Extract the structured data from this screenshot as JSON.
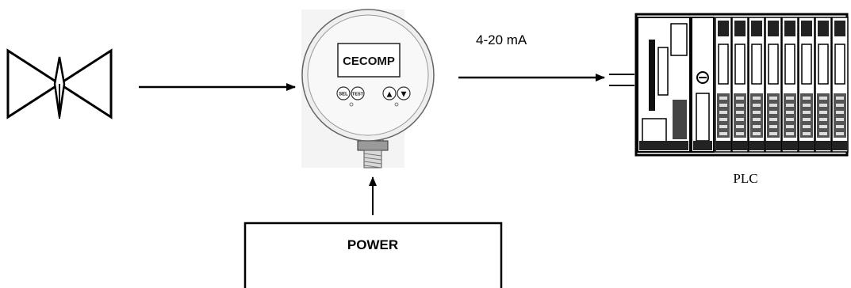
{
  "gauge": {
    "display_text": "CECOMP",
    "btn_sel": "SEL",
    "btn_test": "TEST",
    "btn_up": "▲",
    "btn_down": "▼"
  },
  "signal_label": "4-20 mA",
  "plc_label": "PLC",
  "power_label": "POWER",
  "colors": {
    "stroke": "#000000",
    "gauge_body": "#e8e8e8",
    "display_bg": "#ffffff"
  }
}
